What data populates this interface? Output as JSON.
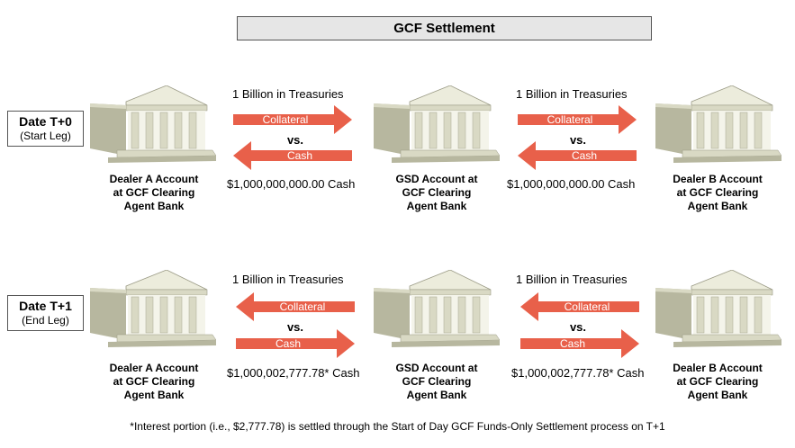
{
  "title": "GCF Settlement",
  "rows": [
    {
      "date_label": "Date T+0",
      "date_sub": "(Start Leg)",
      "banks": [
        "Dealer A Account\nat GCF Clearing\nAgent Bank",
        "GSD Account at\nGCF Clearing\nAgent Bank",
        "Dealer B Account\nat GCF Clearing\nAgent Bank"
      ],
      "flows": [
        {
          "top_text": "1 Billion in Treasuries",
          "collateral": "Collateral",
          "collateral_dir": "right",
          "vs": "vs.",
          "cash": "Cash",
          "cash_dir": "left",
          "bottom_text": "$1,000,000,000.00 Cash"
        },
        {
          "top_text": "1 Billion in Treasuries",
          "collateral": "Collateral",
          "collateral_dir": "right",
          "vs": "vs.",
          "cash": "Cash",
          "cash_dir": "left",
          "bottom_text": "$1,000,000,000.00 Cash"
        }
      ]
    },
    {
      "date_label": "Date T+1",
      "date_sub": "(End Leg)",
      "banks": [
        "Dealer A Account\nat GCF Clearing\nAgent Bank",
        "GSD Account at\nGCF Clearing\nAgent Bank",
        "Dealer B Account\nat GCF Clearing\nAgent Bank"
      ],
      "flows": [
        {
          "top_text": "1 Billion in Treasuries",
          "collateral": "Collateral",
          "collateral_dir": "left",
          "vs": "vs.",
          "cash": "Cash",
          "cash_dir": "right",
          "bottom_text": "$1,000,002,777.78* Cash"
        },
        {
          "top_text": "1 Billion in Treasuries",
          "collateral": "Collateral",
          "collateral_dir": "left",
          "vs": "vs.",
          "cash": "Cash",
          "cash_dir": "right",
          "bottom_text": "$1,000,002,777.78* Cash"
        }
      ]
    }
  ],
  "footnote": "*Interest portion (i.e., $2,777.78) is settled through the Start of Day GCF Funds-Only Settlement process on T+1",
  "colors": {
    "arrow": "#e8604a",
    "bank_face": "#d9d9c4",
    "bank_shadow": "#b7b79f",
    "bank_light": "#ececdc"
  }
}
